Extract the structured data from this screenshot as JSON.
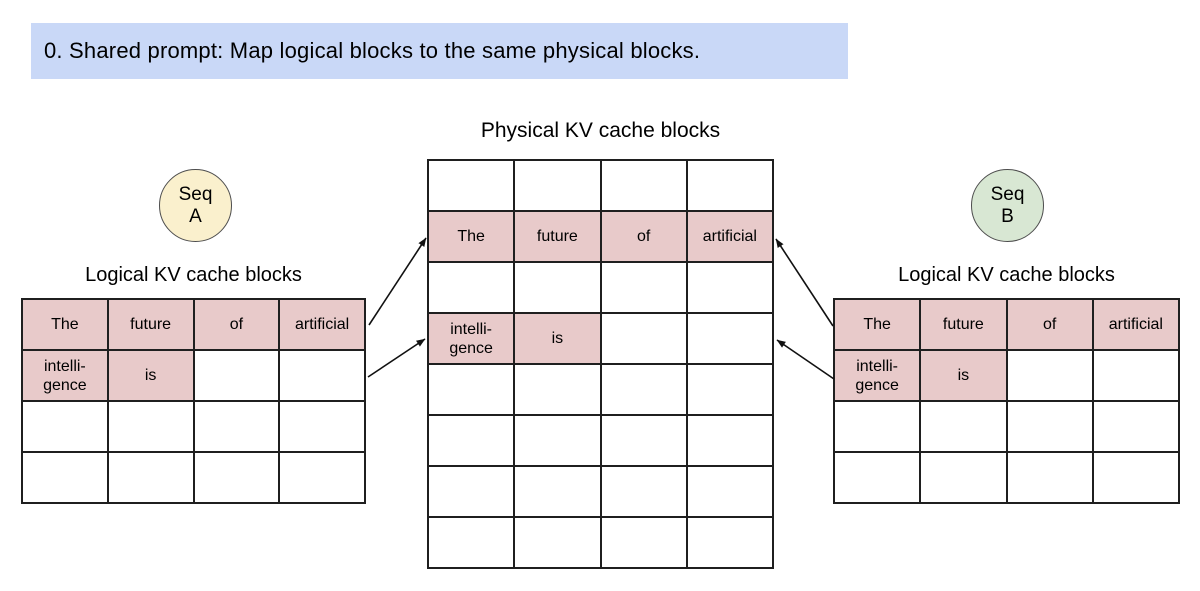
{
  "banner": {
    "text": "0. Shared prompt: Map logical blocks to the same physical blocks."
  },
  "colors": {
    "banner_bg": "#c9d8f7",
    "filled_cell": "#e8caca",
    "seq_a_bg": "#faf0cd",
    "seq_b_bg": "#d8e7d3",
    "border": "#1f1f1f",
    "arrow": "#111111"
  },
  "physical_table": {
    "title": "Physical KV cache blocks",
    "rows": [
      [
        {
          "text": "",
          "filled": false
        },
        {
          "text": "",
          "filled": false
        },
        {
          "text": "",
          "filled": false
        },
        {
          "text": "",
          "filled": false
        }
      ],
      [
        {
          "text": "The",
          "filled": true
        },
        {
          "text": "future",
          "filled": true
        },
        {
          "text": "of",
          "filled": true
        },
        {
          "text": "artificial",
          "filled": true
        }
      ],
      [
        {
          "text": "",
          "filled": false
        },
        {
          "text": "",
          "filled": false
        },
        {
          "text": "",
          "filled": false
        },
        {
          "text": "",
          "filled": false
        }
      ],
      [
        {
          "text": "intelli-\ngence",
          "filled": true
        },
        {
          "text": "is",
          "filled": true
        },
        {
          "text": "",
          "filled": false
        },
        {
          "text": "",
          "filled": false
        }
      ],
      [
        {
          "text": "",
          "filled": false
        },
        {
          "text": "",
          "filled": false
        },
        {
          "text": "",
          "filled": false
        },
        {
          "text": "",
          "filled": false
        }
      ],
      [
        {
          "text": "",
          "filled": false
        },
        {
          "text": "",
          "filled": false
        },
        {
          "text": "",
          "filled": false
        },
        {
          "text": "",
          "filled": false
        }
      ],
      [
        {
          "text": "",
          "filled": false
        },
        {
          "text": "",
          "filled": false
        },
        {
          "text": "",
          "filled": false
        },
        {
          "text": "",
          "filled": false
        }
      ],
      [
        {
          "text": "",
          "filled": false
        },
        {
          "text": "",
          "filled": false
        },
        {
          "text": "",
          "filled": false
        },
        {
          "text": "",
          "filled": false
        }
      ]
    ]
  },
  "sequence_a": {
    "lines": [
      "Seq",
      "A"
    ],
    "table_title": "Logical KV cache blocks",
    "table": {
      "rows": [
        [
          {
            "text": "The",
            "filled": true
          },
          {
            "text": "future",
            "filled": true
          },
          {
            "text": "of",
            "filled": true
          },
          {
            "text": "artificial",
            "filled": true
          }
        ],
        [
          {
            "text": "intelli-\ngence",
            "filled": true
          },
          {
            "text": "is",
            "filled": true
          },
          {
            "text": "",
            "filled": false
          },
          {
            "text": "",
            "filled": false
          }
        ],
        [
          {
            "text": "",
            "filled": false
          },
          {
            "text": "",
            "filled": false
          },
          {
            "text": "",
            "filled": false
          },
          {
            "text": "",
            "filled": false
          }
        ],
        [
          {
            "text": "",
            "filled": false
          },
          {
            "text": "",
            "filled": false
          },
          {
            "text": "",
            "filled": false
          },
          {
            "text": "",
            "filled": false
          }
        ]
      ]
    }
  },
  "sequence_b": {
    "lines": [
      "Seq",
      "B"
    ],
    "table_title": "Logical KV cache blocks",
    "table": {
      "rows": [
        [
          {
            "text": "The",
            "filled": true
          },
          {
            "text": "future",
            "filled": true
          },
          {
            "text": "of",
            "filled": true
          },
          {
            "text": "artificial",
            "filled": true
          }
        ],
        [
          {
            "text": "intelli-\ngence",
            "filled": true
          },
          {
            "text": "is",
            "filled": true
          },
          {
            "text": "",
            "filled": false
          },
          {
            "text": "",
            "filled": false
          }
        ],
        [
          {
            "text": "",
            "filled": false
          },
          {
            "text": "",
            "filled": false
          },
          {
            "text": "",
            "filled": false
          },
          {
            "text": "",
            "filled": false
          }
        ],
        [
          {
            "text": "",
            "filled": false
          },
          {
            "text": "",
            "filled": false
          },
          {
            "text": "",
            "filled": false
          },
          {
            "text": "",
            "filled": false
          }
        ]
      ]
    }
  }
}
